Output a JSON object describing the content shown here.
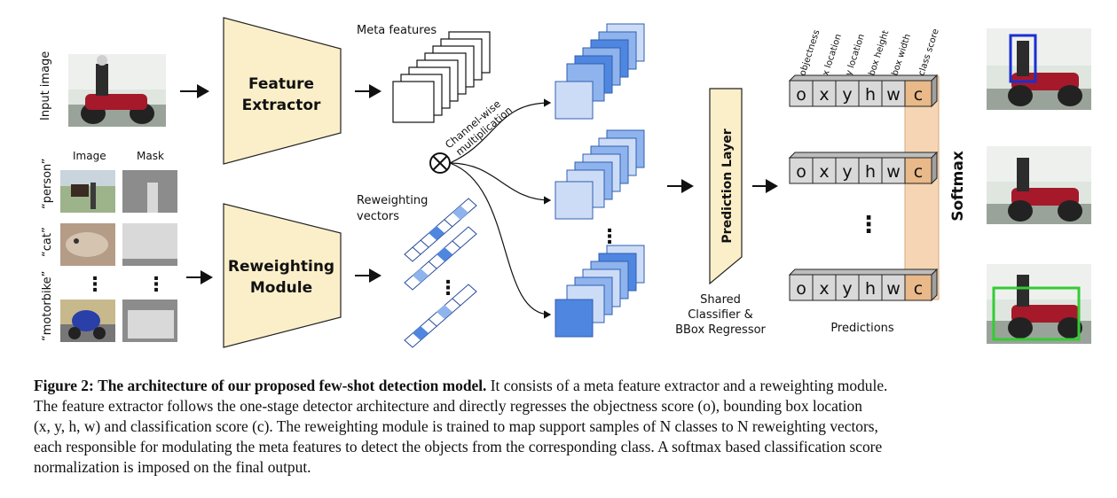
{
  "figure": {
    "labels": {
      "input_image": "Input image",
      "image_col": "Image",
      "mask_col": "Mask",
      "classes": [
        "“person”",
        "“cat”",
        "“motorbike”"
      ],
      "meta_features": "Meta features",
      "reweighting_vectors_line1": "Reweighting",
      "reweighting_vectors_line2": "vectors",
      "channel_wise_line1": "Channel-wise",
      "channel_wise_line2": "multiplication",
      "prediction_layer": "Prediction Layer",
      "shared_line1": "Shared",
      "shared_line2": "Classifier &",
      "shared_line3": "BBox Regressor",
      "predictions": "Predictions",
      "softmax": "Softmax",
      "dots_vertical": "⋮"
    },
    "modules": {
      "feature_extractor_line1": "Feature",
      "feature_extractor_line2": "Extractor",
      "reweighting_module_line1": "Reweighting",
      "reweighting_module_line2": "Module"
    },
    "prediction_columns": [
      "objectness",
      "x location",
      "y location",
      "box height",
      "box width",
      "class score"
    ],
    "prediction_cells": [
      "o",
      "x",
      "y",
      "h",
      "w",
      "c"
    ],
    "colors": {
      "module_fill": "#fbefc9",
      "class_score_fill": "#f2c79b",
      "cell_fill": "#d9d9d9",
      "blue_dark": "#4f86e0",
      "blue_mid": "#8fb3ec",
      "blue_light": "#cddcf6",
      "bbox_blue": "#1a2fd0",
      "bbox_green": "#33cc33"
    }
  },
  "caption": {
    "label": "Figure 2:",
    "title": "The architecture of our proposed few-shot detection model.",
    "line1_rest": "It consists of a meta feature extractor and a reweighting module.",
    "line2": "The feature extractor follows the one-stage detector architecture and directly regresses the objectness score (o), bounding box location",
    "line3": "(x, y, h, w) and classification score (c). The reweighting module is trained to map support samples of N classes to N reweighting vectors,",
    "line4": "each responsible for modulating the meta features to detect the objects from the corresponding class. A softmax based classification score",
    "line5": "normalization is imposed on the final output."
  }
}
